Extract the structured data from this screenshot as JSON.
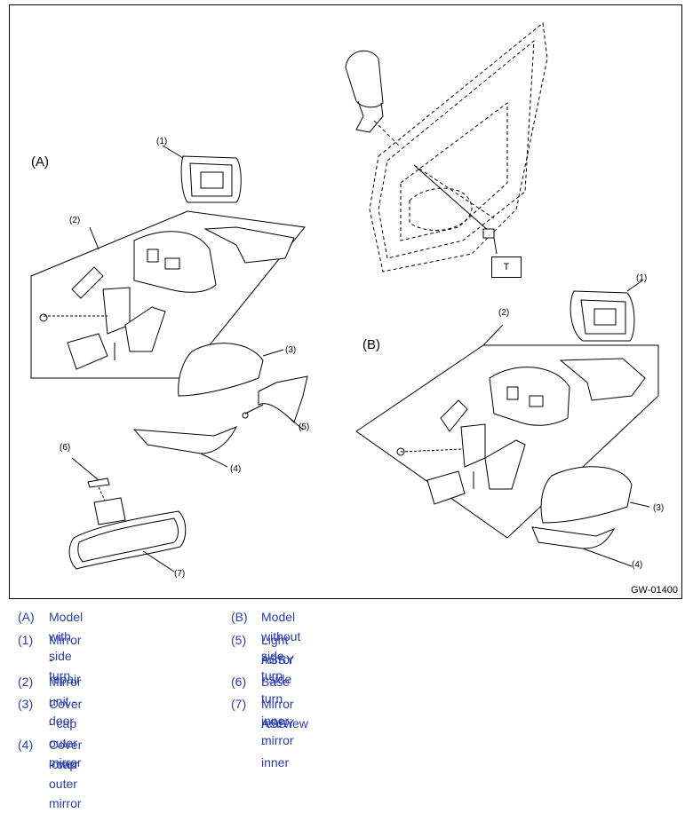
{
  "figure": {
    "id": "GW-01400",
    "group_a": "(A)",
    "group_b": "(B)",
    "tool_box": "T",
    "callouts": [
      "(1)",
      "(2)",
      "(3)",
      "(4)",
      "(5)",
      "(6)",
      "(7)"
    ]
  },
  "legend": [
    {
      "key": "(A)",
      "text": "Model with side turn"
    },
    {
      "key": "(B)",
      "text": "Model without side turn"
    },
    {
      "key": "(1)",
      "text": "Mirror - repair"
    },
    {
      "key": "(5)",
      "text": "Light ASSY - side turn",
      "text2": "mirror"
    },
    {
      "key": "(2)",
      "text": "Mirror unit - door"
    },
    {
      "key": "(6)",
      "text": "Base - inner mirror"
    },
    {
      "key": "(3)",
      "text": "Cover - cap outer mirror"
    },
    {
      "key": "(7)",
      "text": "Mirror ASSY - inner",
      "text2": "rearview"
    },
    {
      "key": "(4)",
      "text": "Cover - cap outer mirror",
      "text2": "lower"
    }
  ],
  "colors": {
    "legend_text": "#2b3fa8",
    "line": "#000000"
  }
}
